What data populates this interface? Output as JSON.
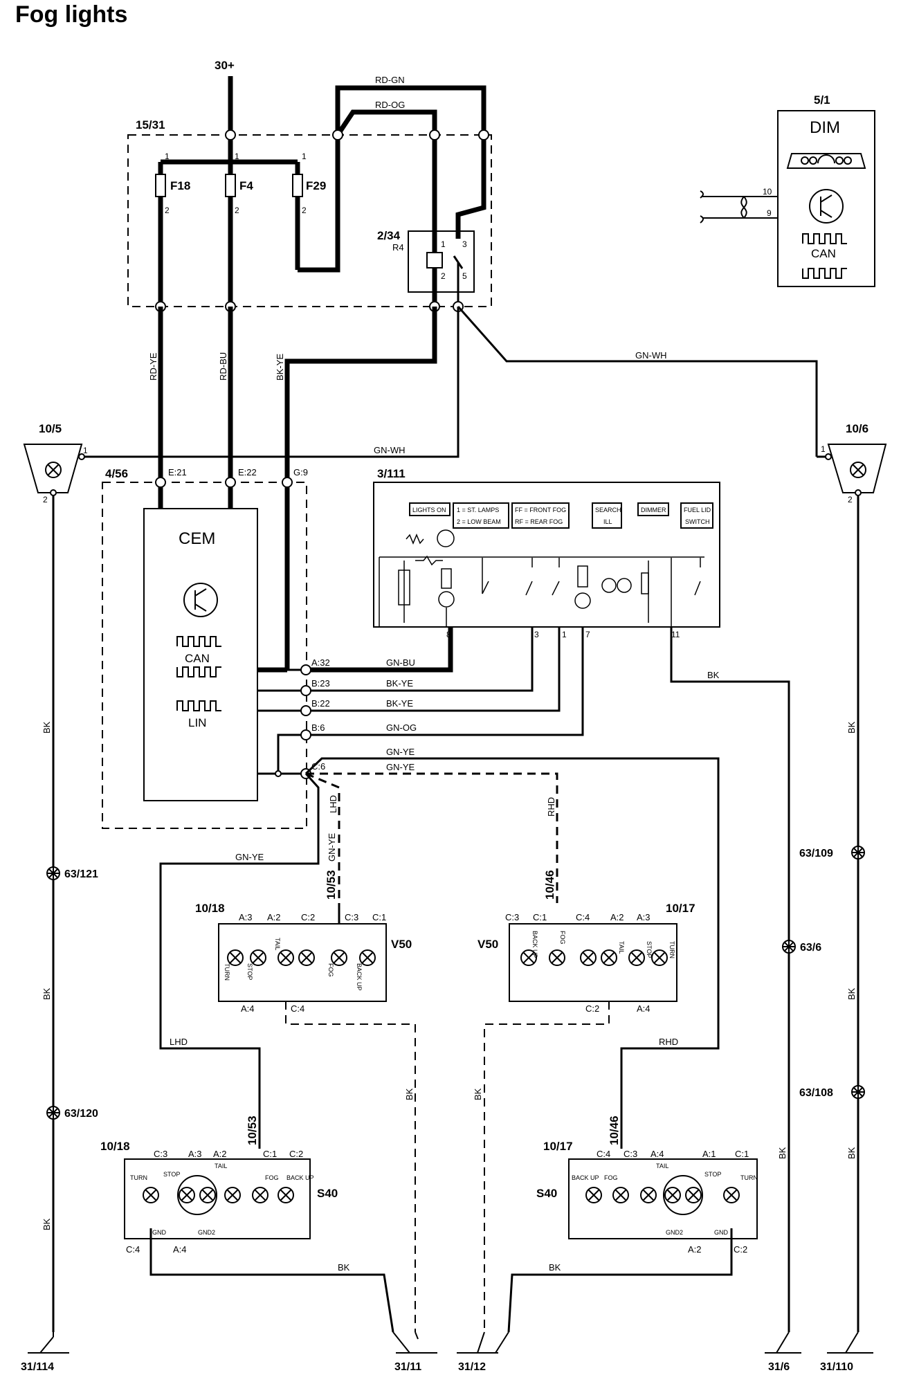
{
  "title": "Fog lights",
  "supply": "30+",
  "fusebox": {
    "id": "15/31",
    "fuses": [
      "F18",
      "F4",
      "F29"
    ],
    "pin_top": "1",
    "pin_bottom": "2",
    "relay": {
      "id": "2/34",
      "name": "R4",
      "pins": [
        "1",
        "2",
        "3",
        "5"
      ]
    }
  },
  "wires": {
    "rd_gn": "RD-GN",
    "rd_og": "RD-OG",
    "rd_ye": "RD-YE",
    "rd_bu": "RD-BU",
    "bk_ye": "BK-YE",
    "gn_wh": "GN-WH",
    "gn_bu": "GN-BU",
    "gn_og": "GN-OG",
    "gn_ye": "GN-YE",
    "bk": "BK",
    "lhd": "LHD",
    "rhd": "RHD"
  },
  "dim": {
    "id": "5/1",
    "name": "DIM",
    "pin_a": "10",
    "pin_b": "9",
    "can": "CAN"
  },
  "lamp_left": {
    "id": "10/5",
    "pin1": "1",
    "pin2": "2"
  },
  "lamp_right": {
    "id": "10/6",
    "pin1": "1",
    "pin2": "2"
  },
  "cem": {
    "id": "4/56",
    "name": "CEM",
    "can": "CAN",
    "lin": "LIN",
    "pins": [
      "E:21",
      "E:22",
      "G:9",
      "A:32",
      "B:23",
      "B:22",
      "B:6",
      "C:6"
    ]
  },
  "switch_module": {
    "id": "3/111",
    "labels": [
      "LIGHTS ON",
      "1 = ST. LAMPS",
      "2 = LOW BEAM",
      "FF = FRONT FOG",
      "RF = REAR FOG",
      "SEARCH",
      "ILL",
      "DIMMER",
      "FUEL LID",
      "SWITCH"
    ],
    "pins": [
      "8",
      "3",
      "1",
      "7",
      "11"
    ]
  },
  "ground_points": [
    "63/121",
    "63/120",
    "63/109",
    "63/108",
    "63/6"
  ],
  "ground_terminals": [
    "31/114",
    "31/11",
    "31/12",
    "31/6",
    "31/110"
  ],
  "v50_left": {
    "id": "10/18",
    "variant": "V50",
    "connector": "10/53",
    "pins_top": [
      "A:3",
      "A:2",
      "C:2",
      "C:3",
      "C:1"
    ],
    "pins_bottom": [
      "A:4",
      "C:4"
    ],
    "lamps": [
      "TURN",
      "STOP",
      "TAIL",
      "FOG",
      "BACK UP"
    ]
  },
  "v50_right": {
    "id": "10/17",
    "variant": "V50",
    "connector": "10/46",
    "pins_top": [
      "C:3",
      "C:1",
      "C:4",
      "A:2",
      "A:3"
    ],
    "pins_bottom": [
      "C:2",
      "A:4"
    ],
    "lamps": [
      "BACK UP",
      "FOG",
      "TAIL",
      "STOP",
      "TURN"
    ]
  },
  "s40_left": {
    "id": "10/18",
    "variant": "S40",
    "connector": "10/53",
    "pins_top": [
      "C:3",
      "A:3",
      "A:2",
      "C:1",
      "C:2"
    ],
    "pins_bottom": [
      "C:4",
      "A:4"
    ],
    "lamps": [
      "TURN",
      "STOP",
      "TAIL",
      "FOG",
      "BACK UP"
    ],
    "gnd": [
      "GND",
      "GND2"
    ]
  },
  "s40_right": {
    "id": "10/17",
    "variant": "S40",
    "connector": "10/46",
    "pins_top": [
      "C:4",
      "C:3",
      "A:4",
      "A:1",
      "C:1"
    ],
    "pins_bottom": [
      "A:2",
      "C:2"
    ],
    "lamps": [
      "BACK UP",
      "FOG",
      "TAIL",
      "STOP",
      "TURN"
    ],
    "gnd": [
      "GND2",
      "GND"
    ]
  }
}
